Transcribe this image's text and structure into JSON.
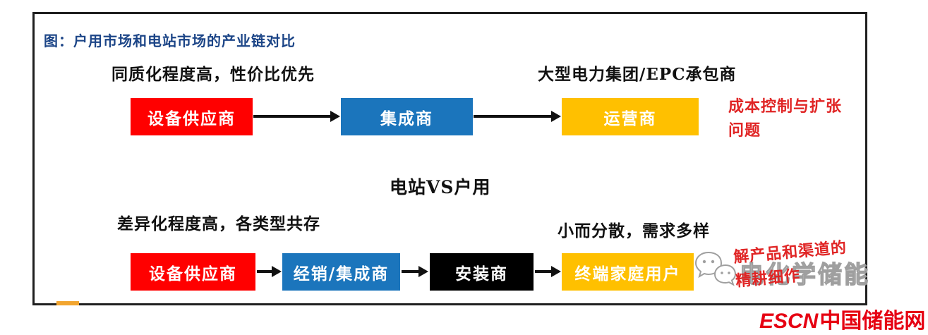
{
  "figure_title": "图：户用市场和电站市场的产业链对比",
  "top_chain": {
    "annotation_left": "同质化程度高，性价比优先",
    "annotation_right": "大型电力集团/EPC承包商",
    "nodes": [
      {
        "label": "设备供应商",
        "color": "#ff0000"
      },
      {
        "label": "集成商",
        "color": "#1b75bc"
      },
      {
        "label": "运营商",
        "color": "#ffc000"
      }
    ],
    "note": {
      "line1": "成本控制与扩张",
      "line2": "问题"
    }
  },
  "vs_label": "电站VS户用",
  "bottom_chain": {
    "annotation_left": "差异化程度高，各类型共存",
    "annotation_right": "小而分散，需求多样",
    "nodes": [
      {
        "label": "设备供应商",
        "color": "#ff0000"
      },
      {
        "label": "经销/集成商",
        "color": "#1b75bc"
      },
      {
        "label": "安装商",
        "color": "#000000"
      },
      {
        "label": "终端家庭用户",
        "color": "#ffc000"
      }
    ],
    "note": {
      "line1": "解产品和渠道的",
      "line2": "精耕细作"
    }
  },
  "watermark": {
    "text": "电化学储能",
    "icon": "wechat-icon"
  },
  "logo": {
    "text_en": "ESCN",
    "text_cn": "中国储能网",
    "color": "#e60012"
  },
  "colors": {
    "title_blue": "#1c4587",
    "note_red": "#e02525",
    "frame_border": "#1f1f1f",
    "arrow_black": "#111111"
  }
}
